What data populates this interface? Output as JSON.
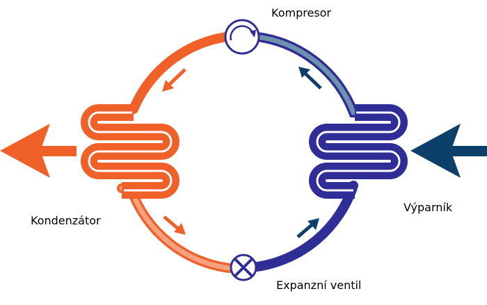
{
  "labels": {
    "compressor": "Kompresor",
    "condenser": "Kondenzátor",
    "evaporator": "Výparník",
    "expansion_valve": "Expanzní ventil"
  },
  "colors": {
    "hot_line": "#f0612a",
    "warm_light_line": "#f7a17f",
    "cool_light_line": "#6e92ad",
    "cold_line": "#2e2e96",
    "heat_out_arrow": "#f0612a",
    "heat_in_arrow": "#0d3f6b",
    "flow_arrow_hot": "#f0612a",
    "flow_arrow_cold": "#0d3f6b",
    "component_outline": "#2e2e96"
  },
  "icons": {
    "compressor": "circular-arrow-icon",
    "expansion_valve": "x-circle-icon"
  }
}
